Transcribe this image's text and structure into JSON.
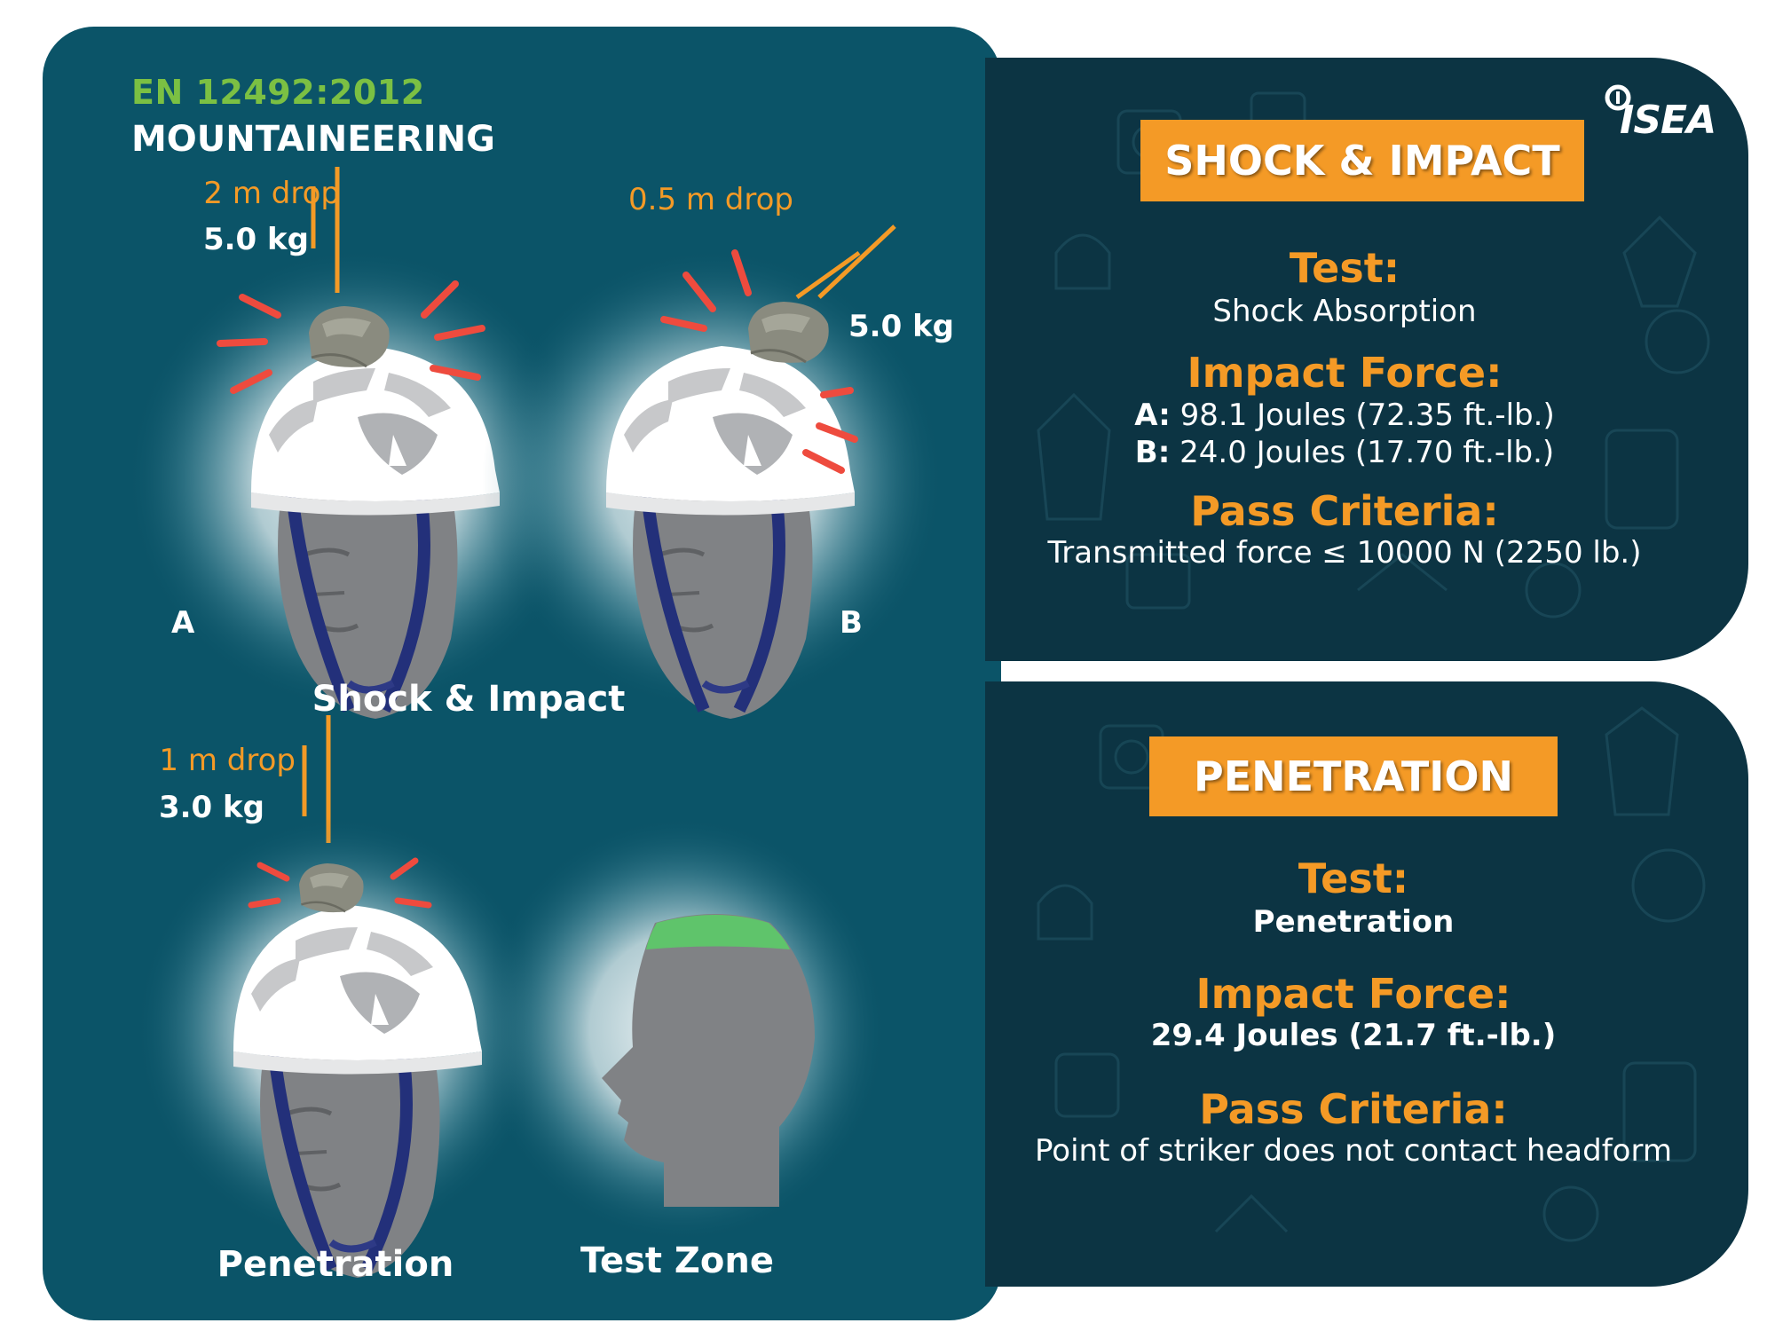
{
  "header": {
    "standard": "EN 12492:2012",
    "category": "MOUNTAINEERING"
  },
  "colors": {
    "panel": "#0b5468",
    "card": "#0c3443",
    "accent": "#f49a26",
    "standard_green": "#7bc043",
    "test_zone": "#5fc46b"
  },
  "diagram": {
    "test_a": {
      "drop": "2 m drop",
      "mass": "5.0 kg",
      "label": "A"
    },
    "test_b": {
      "drop": "0.5 m drop",
      "mass": "5.0 kg",
      "label": "B"
    },
    "shock_caption": "Shock & Impact",
    "penetration": {
      "drop": "1 m drop",
      "mass": "3.0 kg",
      "caption": "Penetration"
    },
    "test_zone_caption": "Test Zone"
  },
  "logo": {
    "text": "ISEA"
  },
  "shock_card": {
    "banner": "SHOCK & IMPACT",
    "test_heading": "Test:",
    "test_value": "Shock Absorption",
    "force_heading": "Impact Force:",
    "force_a_label": "A:",
    "force_a_value": "98.1 Joules (72.35 ft.-lb.)",
    "force_b_label": "B:",
    "force_b_value": "24.0 Joules (17.70 ft.-lb.)",
    "pass_heading": "Pass Criteria:",
    "pass_value": "Transmitted force ≤ 10000 N (2250 lb.)"
  },
  "penetration_card": {
    "banner": "PENETRATION",
    "test_heading": "Test:",
    "test_value": "Penetration",
    "force_heading": "Impact Force:",
    "force_value": "29.4 Joules (21.7 ft.-lb.)",
    "pass_heading": "Pass Criteria:",
    "pass_value": "Point of striker does not contact headform"
  }
}
